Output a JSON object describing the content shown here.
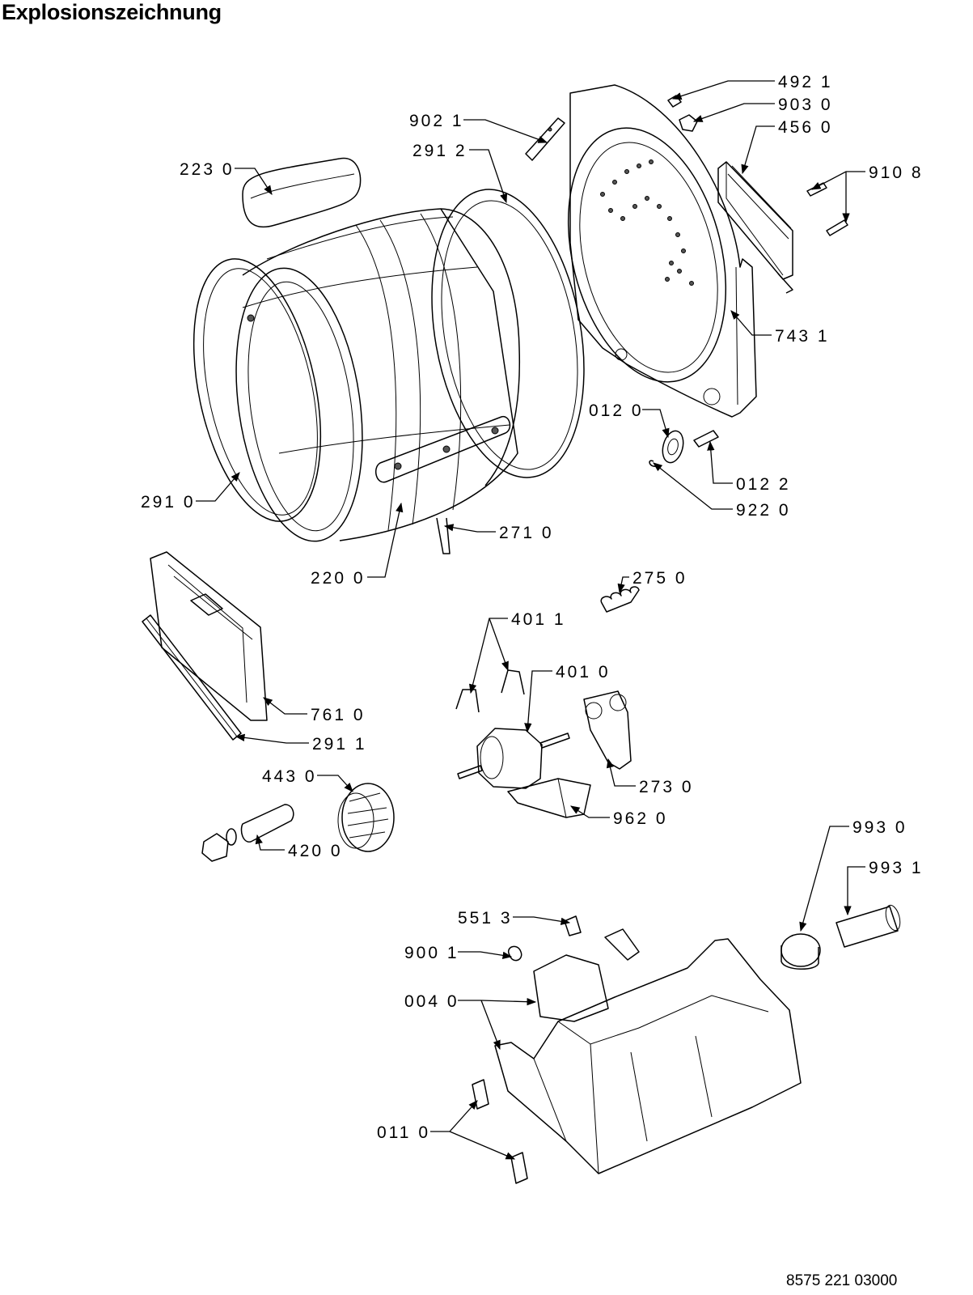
{
  "title": "Explosionszeichnung",
  "document_number": "8575 221 03000",
  "callouts": [
    {
      "id": "492-1",
      "label": "492 1"
    },
    {
      "id": "903-0",
      "label": "903 0"
    },
    {
      "id": "456-0",
      "label": "456 0"
    },
    {
      "id": "910-8",
      "label": "910 8"
    },
    {
      "id": "902-1",
      "label": "902 1"
    },
    {
      "id": "291-2",
      "label": "291 2"
    },
    {
      "id": "223-0",
      "label": "223 0"
    },
    {
      "id": "743-1",
      "label": "743 1"
    },
    {
      "id": "012-0",
      "label": "012 0"
    },
    {
      "id": "012-2",
      "label": "012 2"
    },
    {
      "id": "922-0",
      "label": "922 0"
    },
    {
      "id": "291-0",
      "label": "291 0"
    },
    {
      "id": "271-0",
      "label": "271 0"
    },
    {
      "id": "220-0",
      "label": "220 0"
    },
    {
      "id": "275-0",
      "label": "275 0"
    },
    {
      "id": "401-1",
      "label": "401 1"
    },
    {
      "id": "401-0",
      "label": "401 0"
    },
    {
      "id": "761-0",
      "label": "761 0"
    },
    {
      "id": "291-1",
      "label": "291 1"
    },
    {
      "id": "273-0",
      "label": "273 0"
    },
    {
      "id": "443-0",
      "label": "443 0"
    },
    {
      "id": "962-0",
      "label": "962 0"
    },
    {
      "id": "420-0",
      "label": "420 0"
    },
    {
      "id": "993-0",
      "label": "993 0"
    },
    {
      "id": "993-1",
      "label": "993 1"
    },
    {
      "id": "551-3",
      "label": "551 3"
    },
    {
      "id": "900-1",
      "label": "900 1"
    },
    {
      "id": "004-0",
      "label": "004 0"
    },
    {
      "id": "011-0",
      "label": "011 0"
    }
  ]
}
